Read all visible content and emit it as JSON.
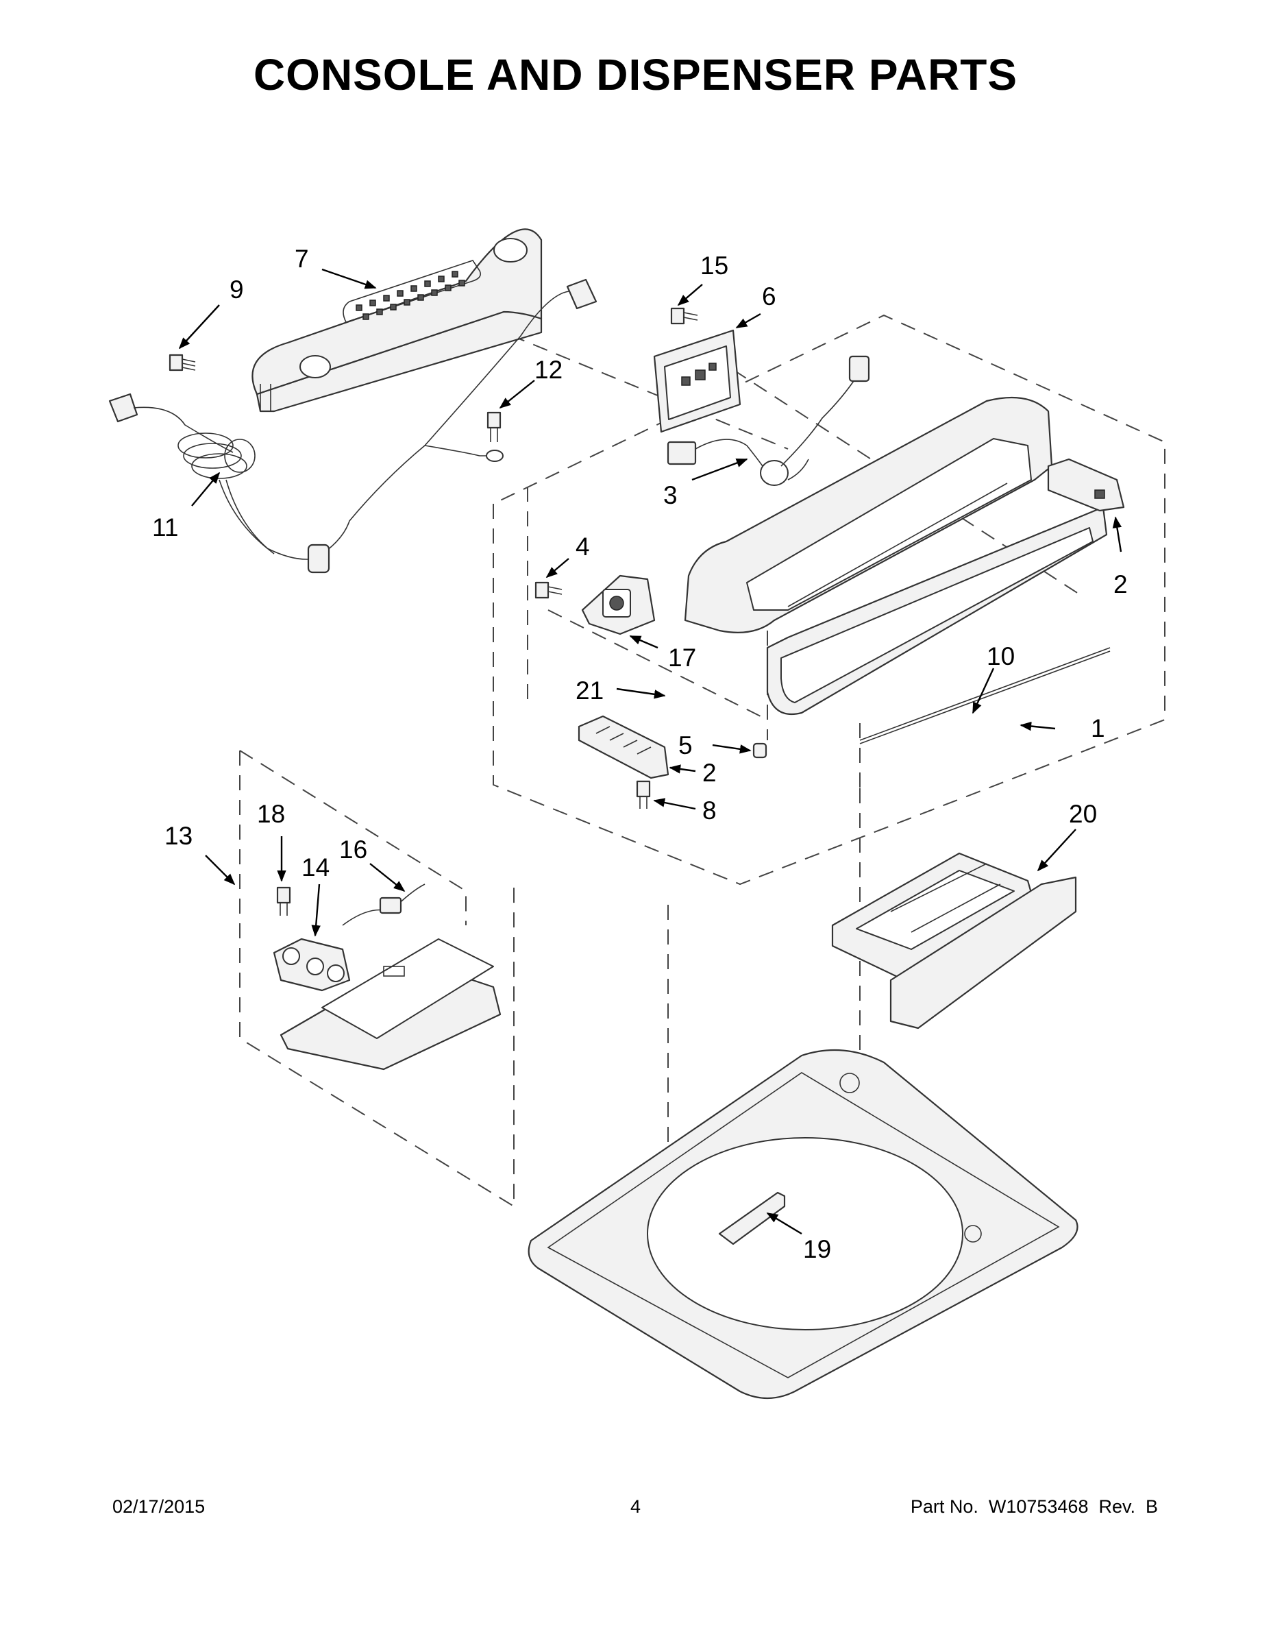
{
  "title": "CONSOLE AND DISPENSER PARTS",
  "callouts": {
    "c1": "1",
    "c2a": "2",
    "c2b": "2",
    "c3": "3",
    "c4": "4",
    "c5": "5",
    "c6": "6",
    "c7": "7",
    "c8": "8",
    "c9": "9",
    "c10": "10",
    "c11": "11",
    "c12": "12",
    "c13": "13",
    "c14": "14",
    "c15": "15",
    "c16": "16",
    "c17": "17",
    "c18": "18",
    "c19": "19",
    "c20": "20",
    "c21": "21"
  },
  "footer": {
    "date": "02/17/2015",
    "page": "4",
    "part_no": "Part No.  W10753468  Rev.  B"
  }
}
